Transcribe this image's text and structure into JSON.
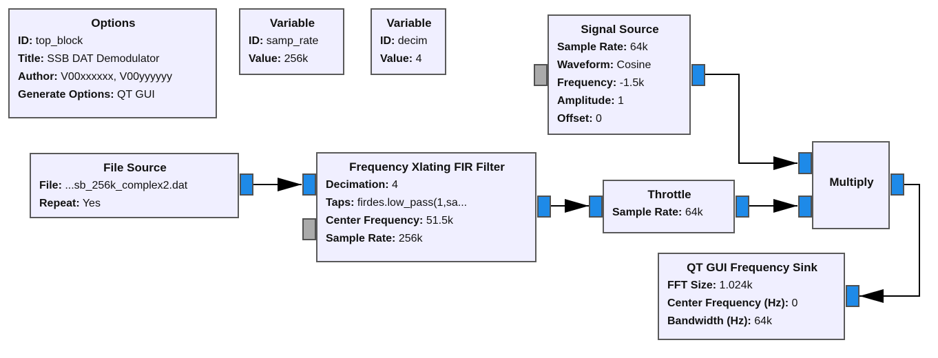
{
  "blocks": {
    "options": {
      "title": "Options",
      "params": [
        {
          "key": "ID:",
          "value": " top_block"
        },
        {
          "key": "Title:",
          "value": " SSB DAT Demodulator"
        },
        {
          "key": "Author:",
          "value": " V00xxxxxx, V00yyyyyy"
        },
        {
          "key": "Generate Options:",
          "value": " QT GUI"
        }
      ]
    },
    "variable_samp_rate": {
      "title": "Variable",
      "params": [
        {
          "key": "ID:",
          "value": " samp_rate"
        },
        {
          "key": "Value:",
          "value": " 256k"
        }
      ]
    },
    "variable_decim": {
      "title": "Variable",
      "params": [
        {
          "key": "ID:",
          "value": " decim"
        },
        {
          "key": "Value:",
          "value": " 4"
        }
      ]
    },
    "signal_source": {
      "title": "Signal Source",
      "params": [
        {
          "key": "Sample Rate:",
          "value": " 64k"
        },
        {
          "key": "Waveform:",
          "value": " Cosine"
        },
        {
          "key": "Frequency:",
          "value": " -1.5k"
        },
        {
          "key": "Amplitude:",
          "value": " 1"
        },
        {
          "key": "Offset:",
          "value": " 0"
        }
      ]
    },
    "file_source": {
      "title": "File Source",
      "params": [
        {
          "key": "File:",
          "value": " ...sb_256k_complex2.dat"
        },
        {
          "key": "Repeat:",
          "value": " Yes"
        }
      ]
    },
    "freq_xlating": {
      "title": "Frequency Xlating FIR Filter",
      "params": [
        {
          "key": "Decimation:",
          "value": " 4"
        },
        {
          "key": "Taps:",
          "value": " firdes.low_pass(1,sa..."
        },
        {
          "key": "Center Frequency:",
          "value": " 51.5k"
        },
        {
          "key": "Sample Rate:",
          "value": " 256k"
        }
      ]
    },
    "throttle": {
      "title": "Throttle",
      "params": [
        {
          "key": "Sample Rate:",
          "value": " 64k"
        }
      ]
    },
    "multiply": {
      "title": "Multiply",
      "params": []
    },
    "freq_sink": {
      "title": "QT GUI Frequency Sink",
      "params": [
        {
          "key": "FFT Size:",
          "value": " 1.024k"
        },
        {
          "key": "Center Frequency (Hz):",
          "value": " 0"
        },
        {
          "key": "Bandwidth (Hz):",
          "value": " 64k"
        }
      ]
    }
  },
  "colors": {
    "block_fill": "#f0efff",
    "block_border": "#595959",
    "port_connected": "#1e8ae8",
    "port_unconnected": "#aaaaaa",
    "wire": "#000000"
  }
}
